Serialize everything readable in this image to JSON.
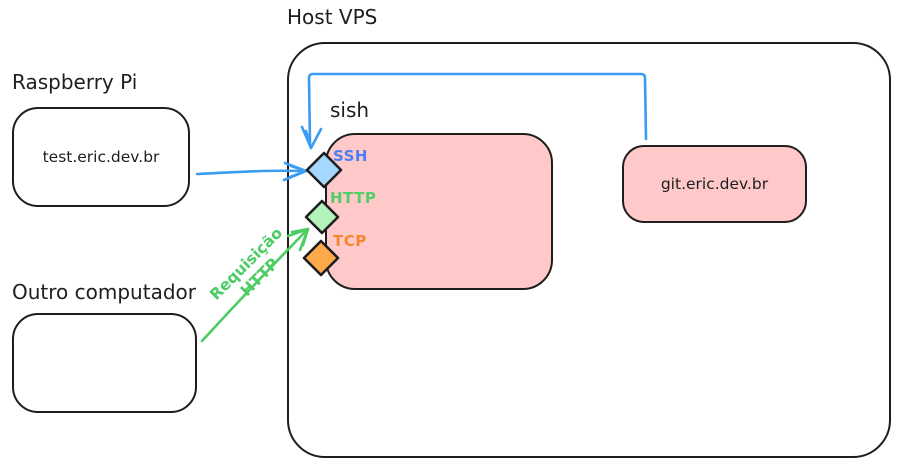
{
  "diagram": {
    "title_labels": {
      "raspberry_pi": "Raspberry Pi",
      "outro_computador": "Outro computador",
      "host_vps": "Host VPS",
      "sish": "sish"
    },
    "nodes": {
      "raspberry_pi_box": {
        "text": "test.eric.dev.br"
      },
      "outro_computador_box": {
        "text": ""
      },
      "git_box": {
        "text": "git.eric.dev.br"
      }
    },
    "ports": [
      {
        "label": "SSH"
      },
      {
        "label": "HTTP"
      },
      {
        "label": "TCP"
      }
    ],
    "edges": {
      "http_request_label_line1": "Requisição",
      "http_request_label_line2": "HTTP"
    },
    "colors": {
      "stroke": "#1e1e1e",
      "blue_arrow": "#3b9df2",
      "green_arrow": "#4ccc63",
      "pink_fill": "#ffc9c9",
      "blue_fill": "#a5d8ff",
      "green_fill": "#b2f2bb",
      "orange_fill": "#ffa94d",
      "ssh_label": "#4c7ef5",
      "http_label": "#51cf66",
      "tcp_label": "#f5862d"
    }
  }
}
